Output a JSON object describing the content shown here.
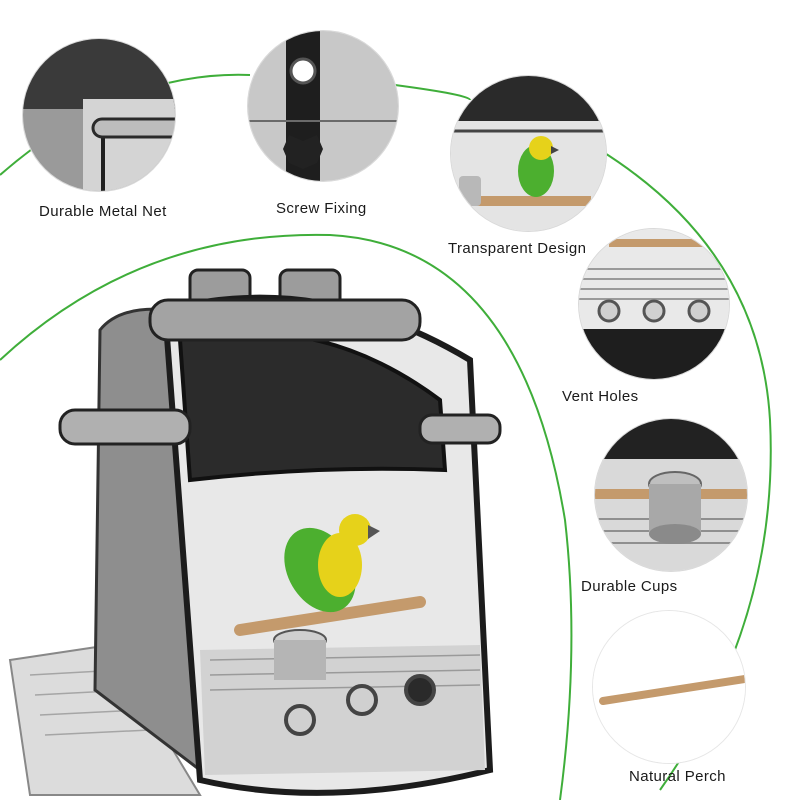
{
  "colors": {
    "accent_line": "#3fae3a",
    "bag_gray": "#8e8e8e",
    "frame_black": "#1c1c1c",
    "parrot_green": "#4caf2f",
    "parrot_yellow": "#e6d21a",
    "perch_wood": "#c49a6c"
  },
  "features": [
    {
      "label": "Durable Metal Net",
      "icon": "handle-bar-icon"
    },
    {
      "label": "Screw Fixing",
      "icon": "screw-knob-icon"
    },
    {
      "label": "Transparent Design",
      "icon": "parrot-icon"
    },
    {
      "label": "Vent Holes",
      "icon": "vent-hole-icon"
    },
    {
      "label": "Durable Cups",
      "icon": "cup-icon"
    },
    {
      "label": "Natural Perch",
      "icon": "perch-icon"
    }
  ]
}
